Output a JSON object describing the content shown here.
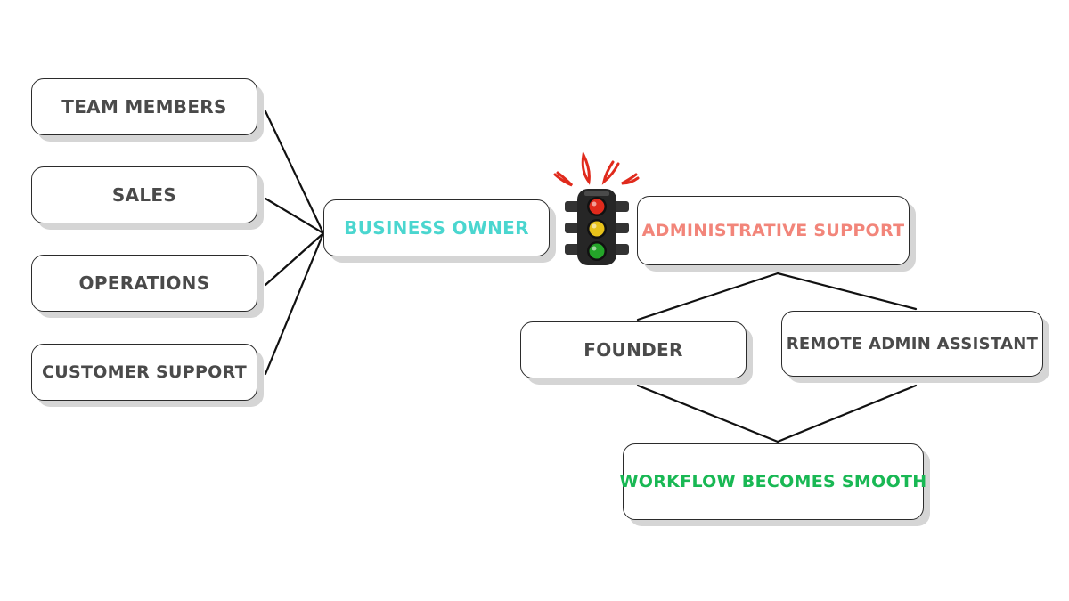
{
  "nodes": {
    "team_members": "TEAM MEMBERS",
    "sales": "SALES",
    "operations": "OPERATIONS",
    "customer_support": "CUSTOMER SUPPORT",
    "business_owner": "BUSINESS OWNER",
    "administrative_support": "ADMINISTRATIVE SUPPORT",
    "founder": "FOUNDER",
    "remote_admin_assistant": "REMOTE ADMIN ASSISTANT",
    "workflow": "WORKFLOW BECOMES SMOOTH"
  },
  "colors": {
    "default_text": "#4a4a4a",
    "business_owner": "#4ad6cf",
    "administrative_support": "#f2857a",
    "workflow": "#19b854",
    "line": "#111111",
    "traffic_red": "#e02a1c",
    "traffic_yellow": "#e8c21a",
    "traffic_green": "#24a529"
  },
  "icons": {
    "traffic_light": "traffic-light-icon"
  }
}
